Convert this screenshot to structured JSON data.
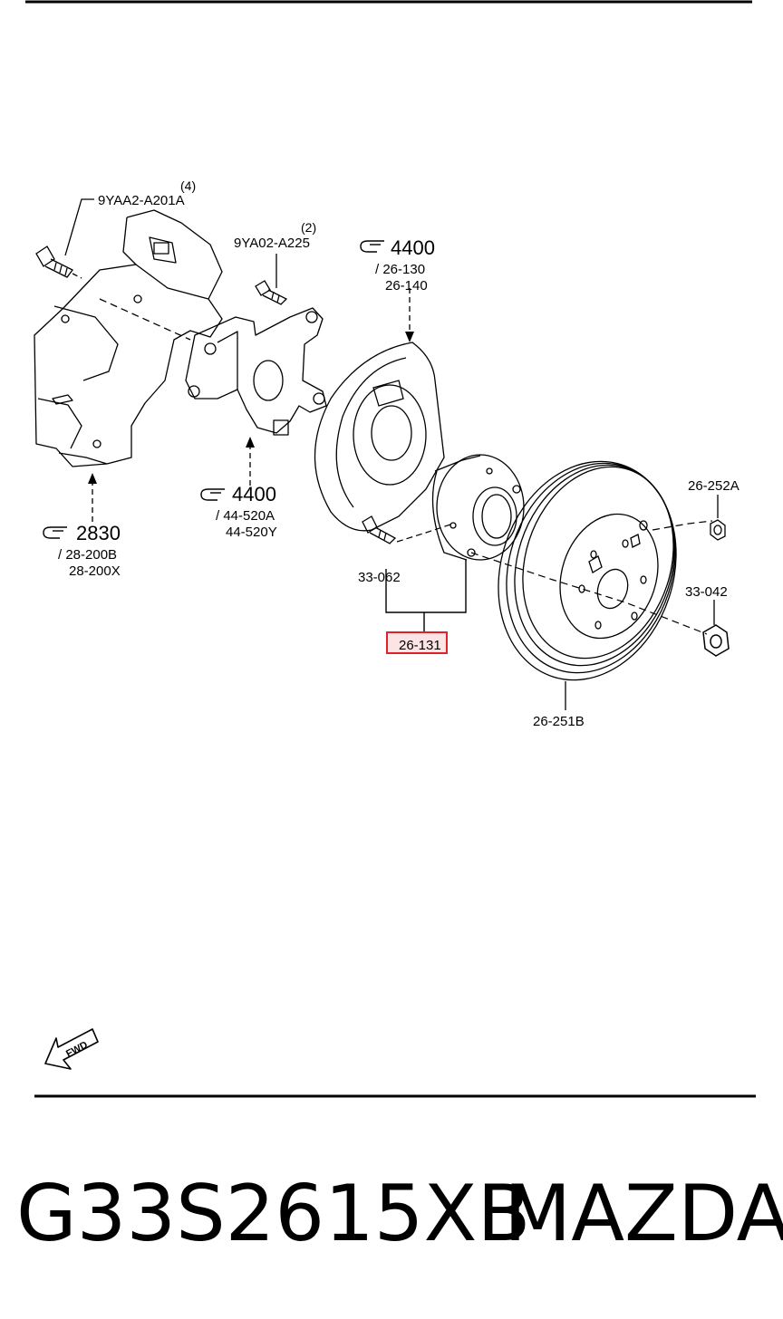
{
  "labels": {
    "bolt_upper": "9YAA2-A201A",
    "bolt_upper_qty": "(4)",
    "bolt_mid": "9YA02-A225",
    "bolt_mid_qty": "(2)",
    "ref_4400_a": "4400",
    "ref_4400_a_sub1": "/ 26-130",
    "ref_4400_a_sub2": "26-140",
    "ref_4400_b": "4400",
    "ref_4400_b_sub1": "/ 44-520A",
    "ref_4400_b_sub2": "44-520Y",
    "ref_2830": "2830",
    "ref_2830_sub1": "/ 28-200B",
    "ref_2830_sub2": "28-200X",
    "bolt_hub": "33-062",
    "hub_assembly": "26-131",
    "nut_small": "26-252A",
    "nut_large": "33-042",
    "disc": "26-251B",
    "fwd": "FWD"
  },
  "footer": {
    "part_number": "G33S2615XB",
    "brand": "MAZDA"
  },
  "colors": {
    "highlight": "#e0202a",
    "highlight_fill": "#fde4e4"
  },
  "icons": [
    "pointing-hand-icon",
    "fwd-arrow-icon"
  ]
}
